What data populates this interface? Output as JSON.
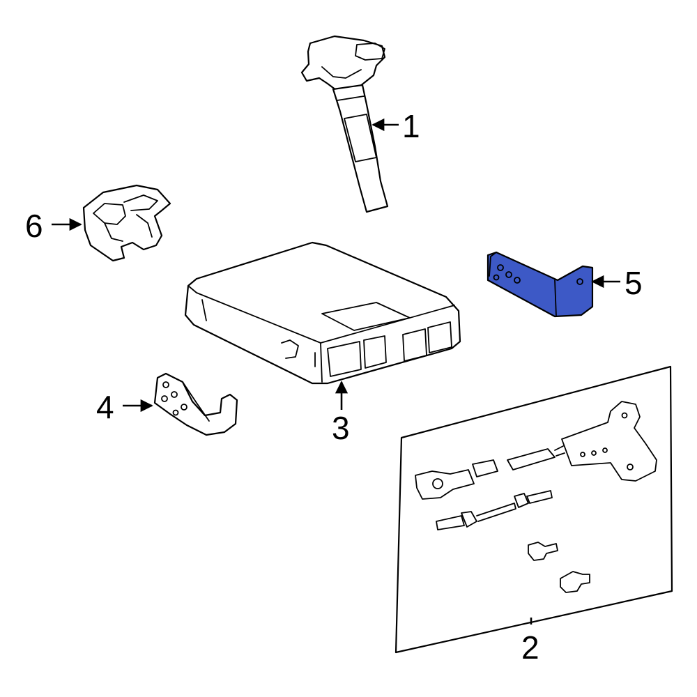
{
  "colors": {
    "highlight": "#3d59c6",
    "line": "#000000",
    "background": "#ffffff"
  },
  "callouts": {
    "c1": "1",
    "c2": "2",
    "c3": "3",
    "c4": "4",
    "c5": "5",
    "c6": "6"
  },
  "highlighted_part": "5"
}
